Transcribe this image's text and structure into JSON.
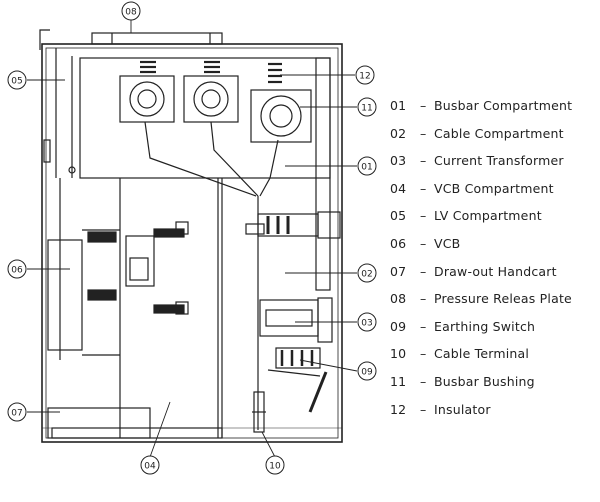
{
  "callouts": [
    "08",
    "05",
    "12",
    "11",
    "01",
    "02",
    "06",
    "03",
    "09",
    "07",
    "04",
    "10"
  ],
  "legend": [
    {
      "num": "01",
      "label": "Busbar Compartment"
    },
    {
      "num": "02",
      "label": "Cable Compartment"
    },
    {
      "num": "03",
      "label": "Current Transformer"
    },
    {
      "num": "04",
      "label": "VCB Compartment"
    },
    {
      "num": "05",
      "label": "LV Compartment"
    },
    {
      "num": "06",
      "label": "VCB"
    },
    {
      "num": "07",
      "label": "Draw-out Handcart"
    },
    {
      "num": "08",
      "label": "Pressure Releas Plate"
    },
    {
      "num": "09",
      "label": "Earthing Switch"
    },
    {
      "num": "10",
      "label": "Cable Terminal"
    },
    {
      "num": "11",
      "label": "Busbar Bushing"
    },
    {
      "num": "12",
      "label": "Insulator"
    }
  ]
}
